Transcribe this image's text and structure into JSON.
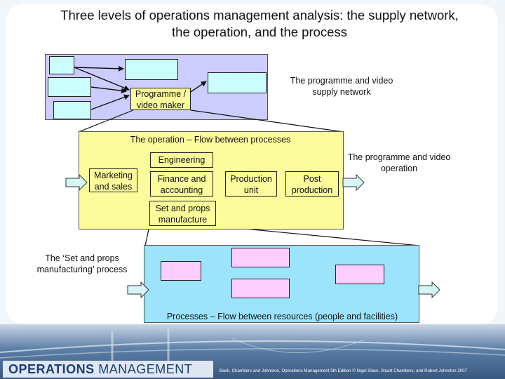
{
  "title": "Three levels of operations management analysis: the supply network, the operation, and the process",
  "supply_network": {
    "maker_label": "Programme / video maker",
    "network_label": "The programme and video supply network"
  },
  "operation": {
    "heading": "The operation – Flow between processes",
    "caption": "The programme and video operation",
    "engineering": "Engineering",
    "marketing": "Marketing and sales",
    "finance": "Finance and accounting",
    "production": "Production unit",
    "post_production": "Post production",
    "set_props": "Set and props manufacture"
  },
  "process": {
    "caption": "The ‘Set and props manufacturing’ process",
    "footer": "Processes – Flow between resources (people and facilities)"
  },
  "footer": {
    "logo_bold": "OPERATIONS",
    "logo_light": "MANAGEMENT",
    "credit": "Slack, Chambers and Johnston, Operations Management 5th Edition © Nigel Slack, Stuart Chambers, and Robert Johnston 2007"
  },
  "colors": {
    "network_bg": "#ccccfd",
    "operation_bg": "#fcfc9c",
    "process_bg": "#9ce4fc",
    "unit_cyan": "#ccfdfd",
    "unit_pink": "#fdcdfd"
  }
}
